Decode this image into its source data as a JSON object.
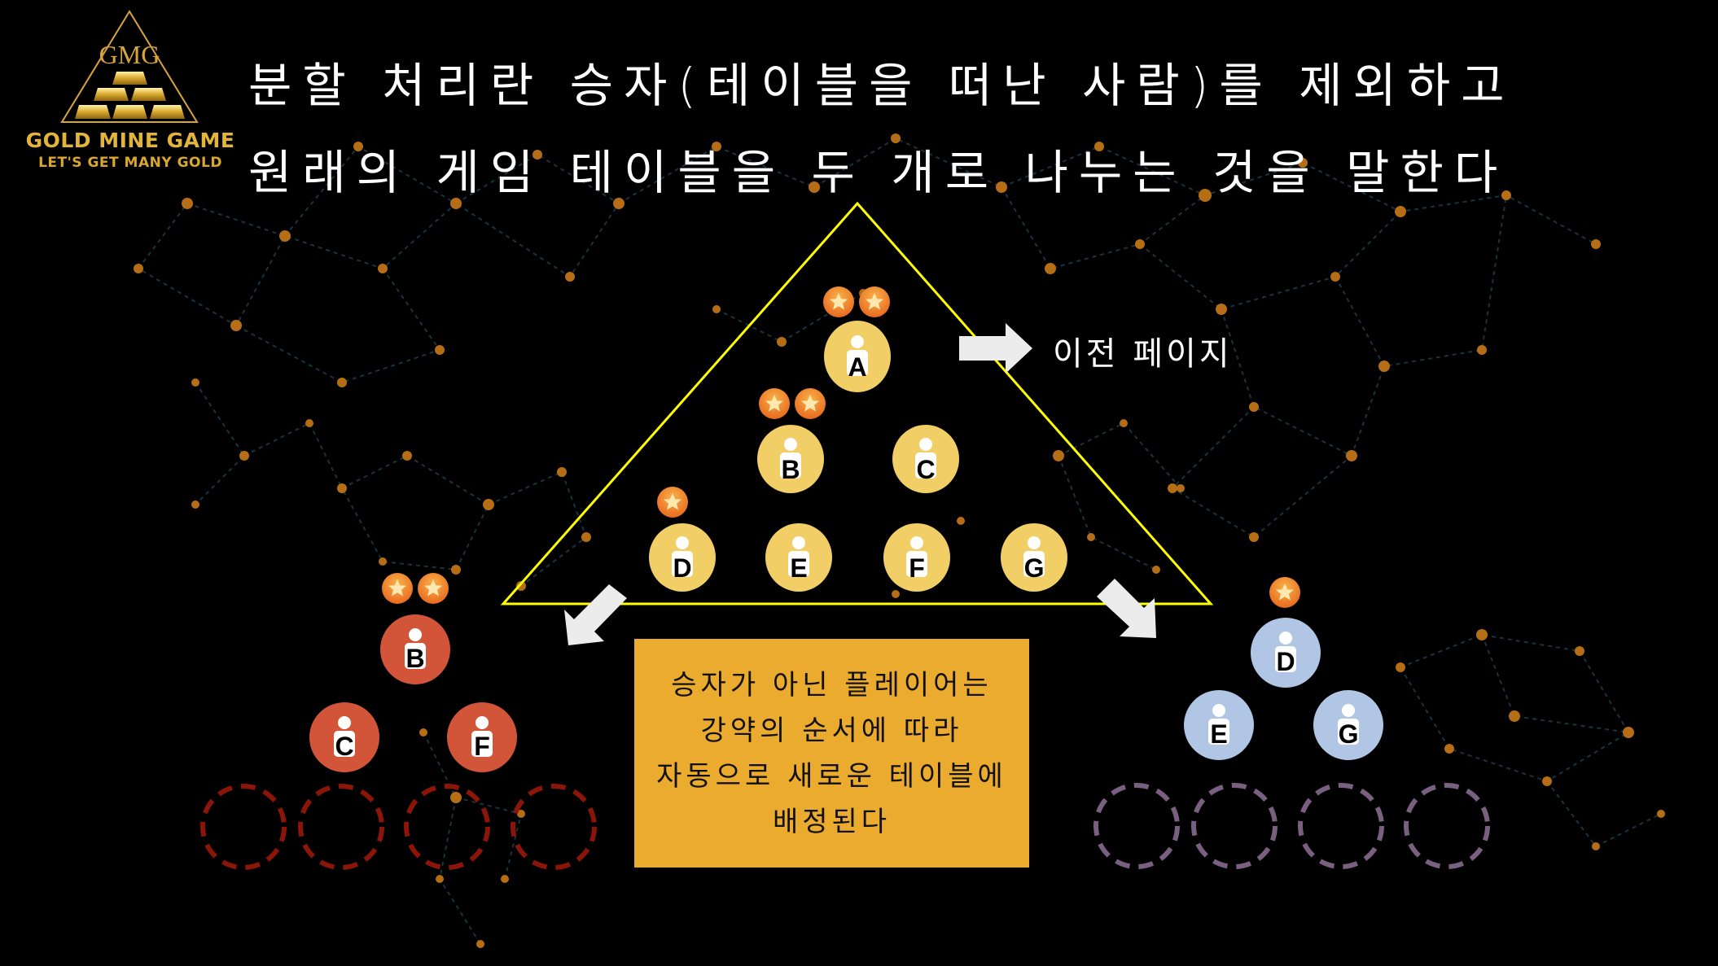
{
  "logo": {
    "monogram": "GMG",
    "title": "GOLD MINE GAME",
    "tagline": "LET'S GET MANY GOLD"
  },
  "title": {
    "line1": "분할 처리란 승자(테이블을 떠난 사람)를 제외하고",
    "line2": "원래의 게임 테이블을 두 개로 나누는 것을 말한다"
  },
  "nav": {
    "prev_page_label": "이전 페이지",
    "prev_page_icon": "right-arrow-icon"
  },
  "original_table": {
    "shape": "triangle",
    "border_color": "#ffff00",
    "node_color": "#f2cf66",
    "nodes": [
      {
        "label": "A",
        "stars": 2
      },
      {
        "label": "B",
        "stars": 2
      },
      {
        "label": "C",
        "stars": 0
      },
      {
        "label": "D",
        "stars": 1
      },
      {
        "label": "E",
        "stars": 0
      },
      {
        "label": "F",
        "stars": 0
      },
      {
        "label": "G",
        "stars": 0
      }
    ]
  },
  "left_table": {
    "node_color": "#d2553a",
    "slot_color": "#8b1508",
    "nodes": [
      {
        "label": "B",
        "stars": 2
      },
      {
        "label": "C",
        "stars": 0
      },
      {
        "label": "F",
        "stars": 0
      }
    ],
    "empty_slots": 4
  },
  "right_table": {
    "node_color": "#b0c6e4",
    "slot_color": "#7a6080",
    "nodes": [
      {
        "label": "D",
        "stars": 1
      },
      {
        "label": "E",
        "stars": 0
      },
      {
        "label": "G",
        "stars": 0
      }
    ],
    "empty_slots": 4
  },
  "info_box": {
    "background": "#ebab2e",
    "lines": [
      "승자가 아닌 플레이어는",
      "강약의 순서에 따라",
      "자동으로 새로운 테이블에",
      "배정된다"
    ]
  },
  "colors": {
    "background": "#000000",
    "network_dot": "#c97a18",
    "network_line": "#1d3a44",
    "star_badge": "#ef7d25",
    "arrow": "#ededed"
  }
}
